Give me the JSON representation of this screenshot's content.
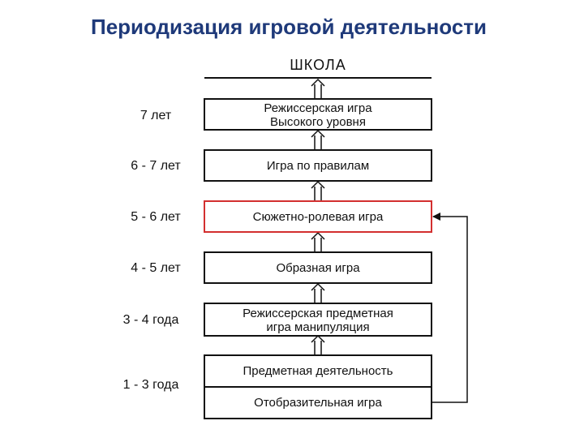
{
  "title": "Периодизация игровой деятельности",
  "school": "ШКОЛА",
  "ages": {
    "a7": "7 лет",
    "a6_7": "6 - 7 лет",
    "a5_6": "5 - 6 лет",
    "a4_5": "4 - 5 лет",
    "a3_4": "3 - 4 года",
    "a1_3": "1 - 3 года"
  },
  "stages": {
    "director_high_1": "Режиссерская игра",
    "director_high_2": "Высокого уровня",
    "rules": "Игра по правилам",
    "role_play": "Сюжетно-ролевая игра",
    "figurative": "Образная игра",
    "director_object_1": "Режиссерская предметная",
    "director_object_2": "игра манипуляция",
    "object_activity": "Предметная деятельность",
    "reflective": "Отобразительная игра"
  },
  "colors": {
    "title": "#1f3a7a",
    "highlight": "#d32f2f",
    "line": "#111111"
  }
}
